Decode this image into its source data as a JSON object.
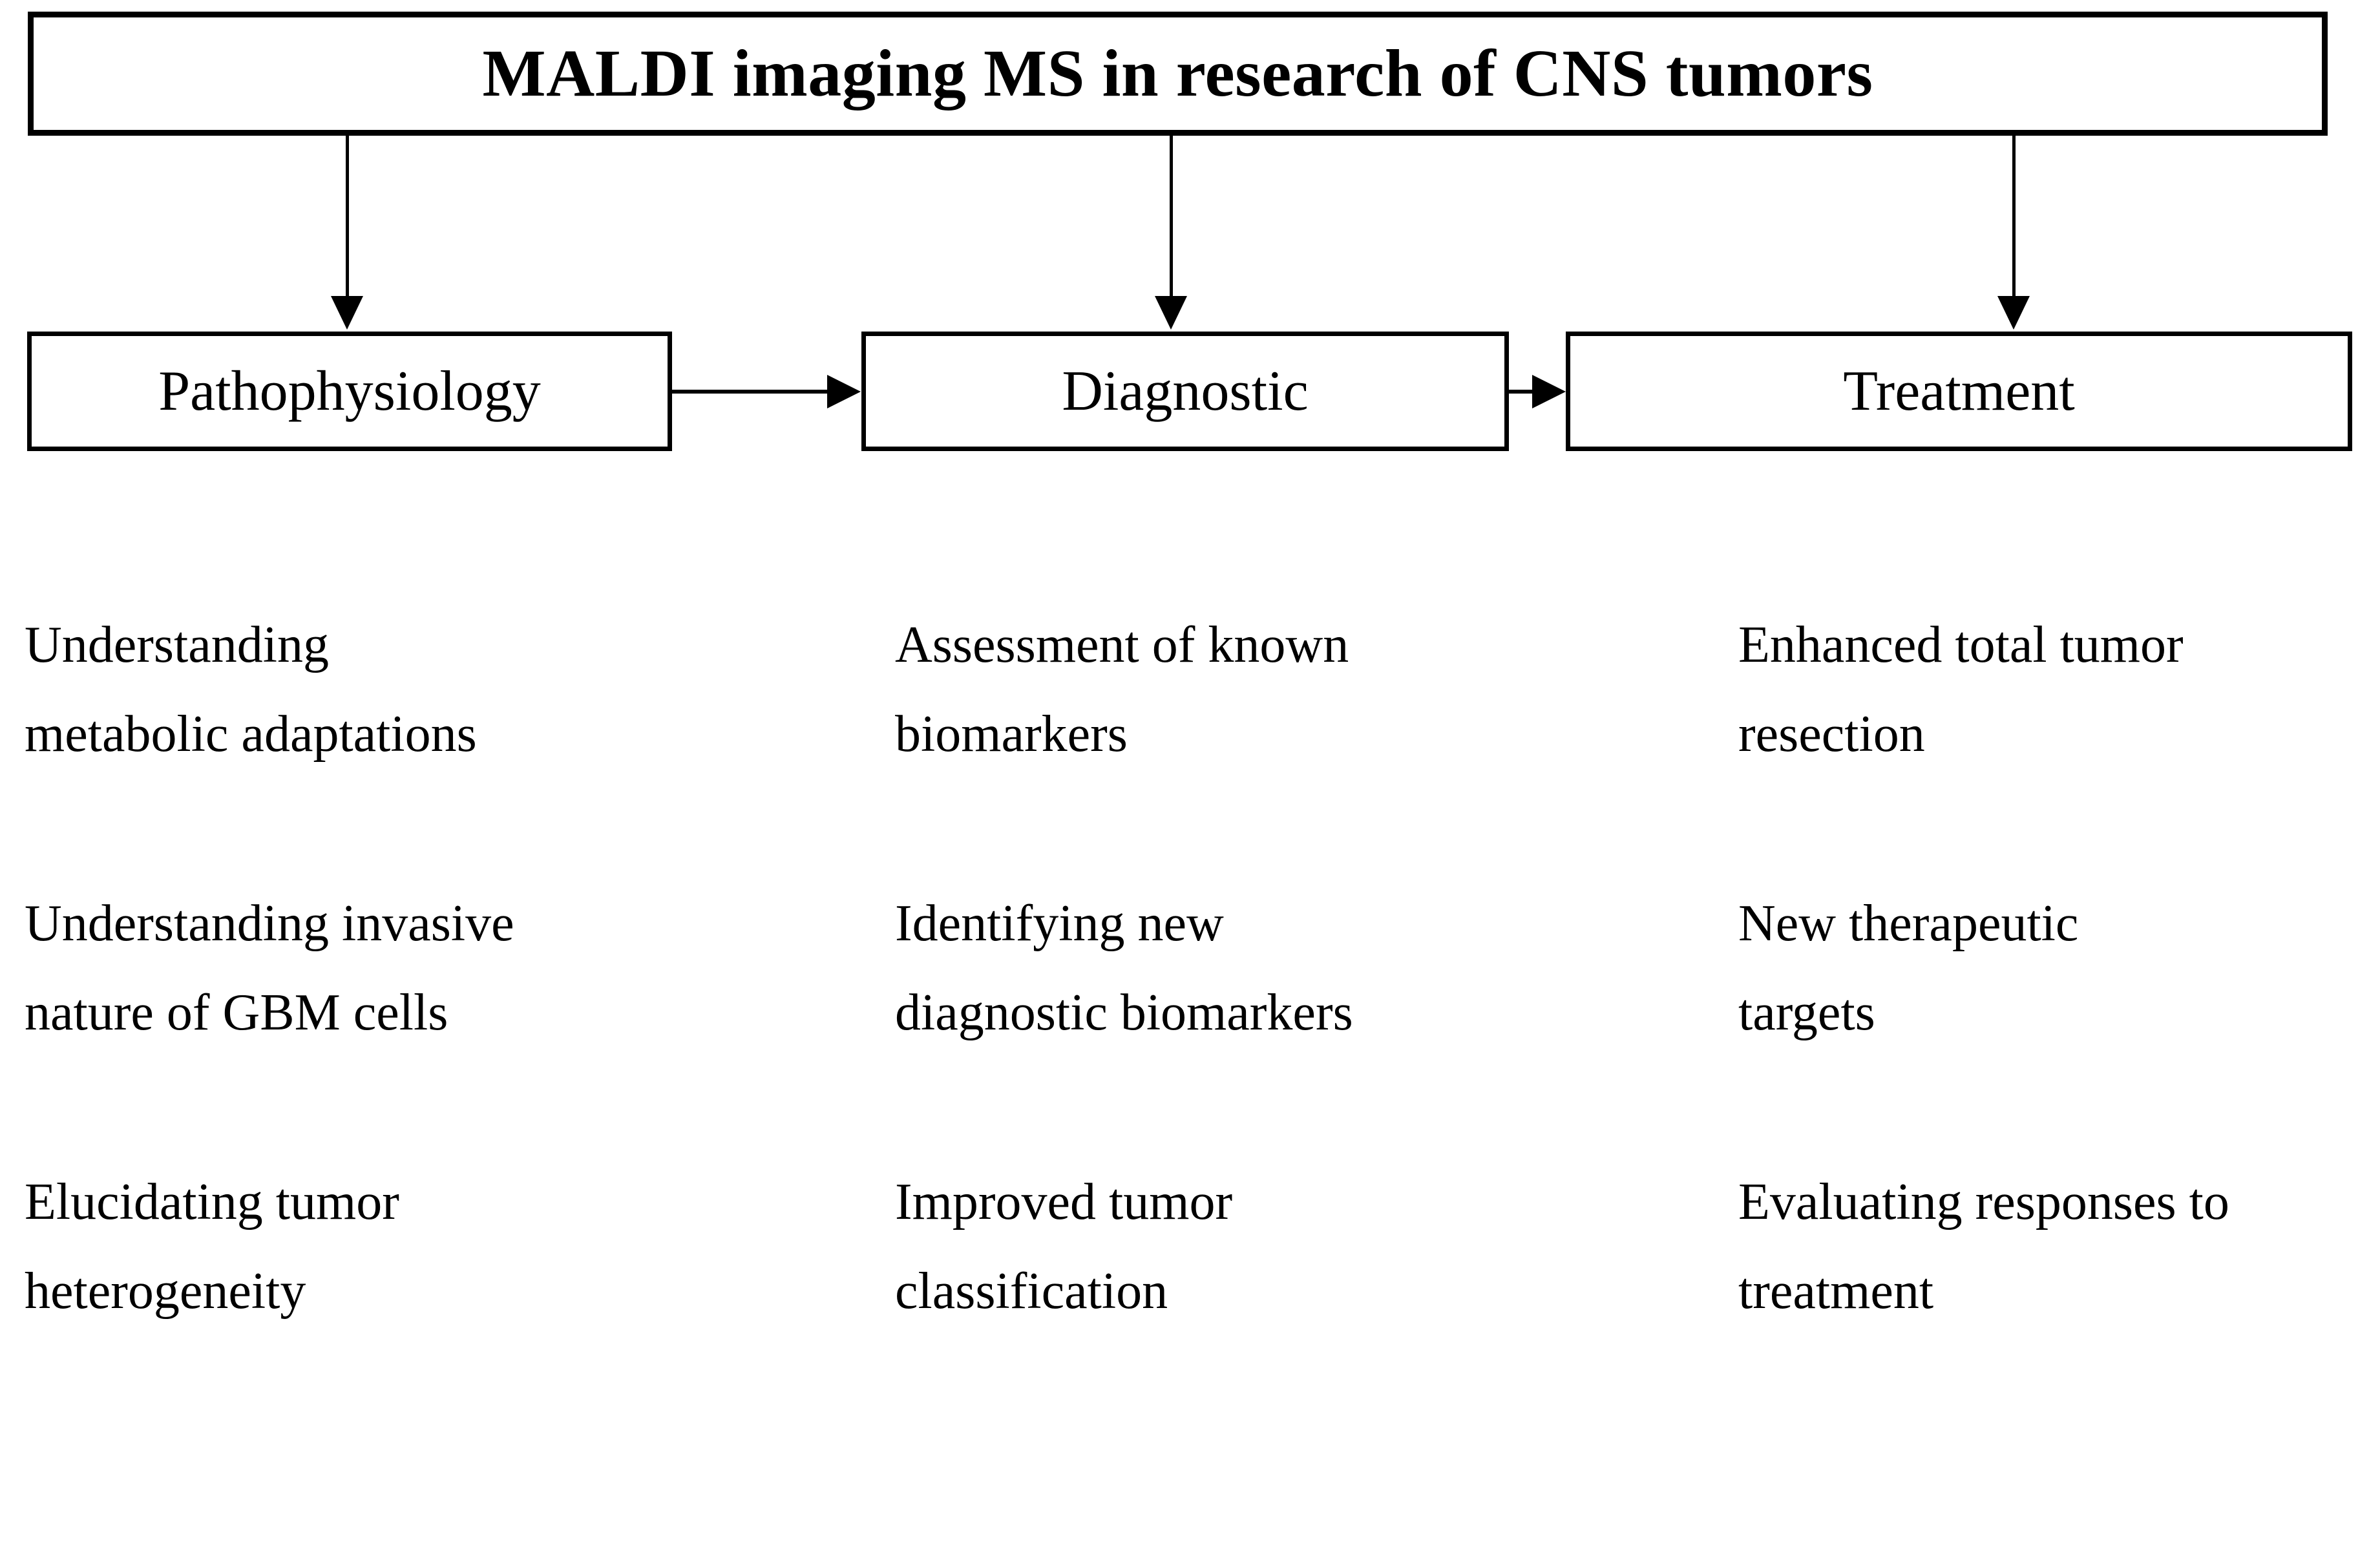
{
  "title": {
    "text": "MALDI imaging MS in research of CNS tumors"
  },
  "stages": [
    {
      "label": "Pathophysiology"
    },
    {
      "label": "Diagnostic"
    },
    {
      "label": "Treatment"
    }
  ],
  "columns": [
    {
      "stage": "Pathophysiology",
      "items": [
        "Understanding\nmetabolic adaptations",
        "Understanding invasive\nnature of GBM cells",
        "Elucidating tumor\nheterogeneity"
      ]
    },
    {
      "stage": "Diagnostic",
      "items": [
        "Assessment of known\nbiomarkers",
        "Identifying new\ndiagnostic biomarkers",
        "Improved tumor\nclassification"
      ]
    },
    {
      "stage": "Treatment",
      "items": [
        "Enhanced total tumor\nresection",
        "New therapeutic\ntargets",
        "Evaluating responses to\ntreatment"
      ]
    }
  ],
  "colors": {
    "stroke": "#000000",
    "background": "#ffffff",
    "text": "#000000"
  }
}
